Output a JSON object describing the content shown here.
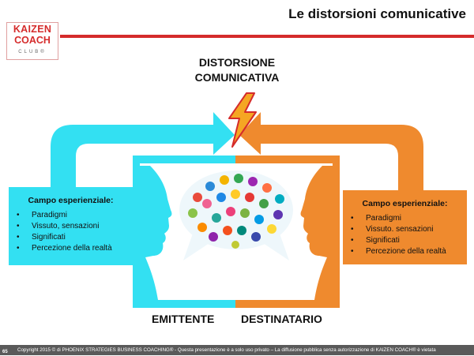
{
  "header": {
    "title": "Le distorsioni comunicative",
    "logo": {
      "line1": "KAIZEN",
      "line2": "COACH",
      "line3": "CLUB®"
    }
  },
  "diagram": {
    "distortion_line1": "DISTORSIONE",
    "distortion_line2": "COMUNICATIVA",
    "left_field": {
      "title": "Campo esperienziale:",
      "items": [
        "Paradigmi",
        "Vissuto, sensazioni",
        "Significati",
        "Percezione della realtà"
      ]
    },
    "right_field": {
      "title": "Campo esperienziale:",
      "items": [
        "Paradigmi",
        "Vissuto. sensazioni",
        "Significati",
        "Percezione della realtà"
      ]
    },
    "sender_label": "EMITTENTE",
    "receiver_label": "DESTINATARIO",
    "colors": {
      "sender": "#33e0f2",
      "receiver": "#ef8a2e",
      "accent": "#d52b2b",
      "lightning": "#f5a623"
    }
  },
  "footer": {
    "page_number": "65",
    "copyright": "Copyright 2015 © di PHOENIX STRATEGIES BUSINESS COACHING® - Questa presentazione è a solo uso privato – La diffusione pubblica senza autorizzazione di KAIZEN COACH® è vietata"
  }
}
